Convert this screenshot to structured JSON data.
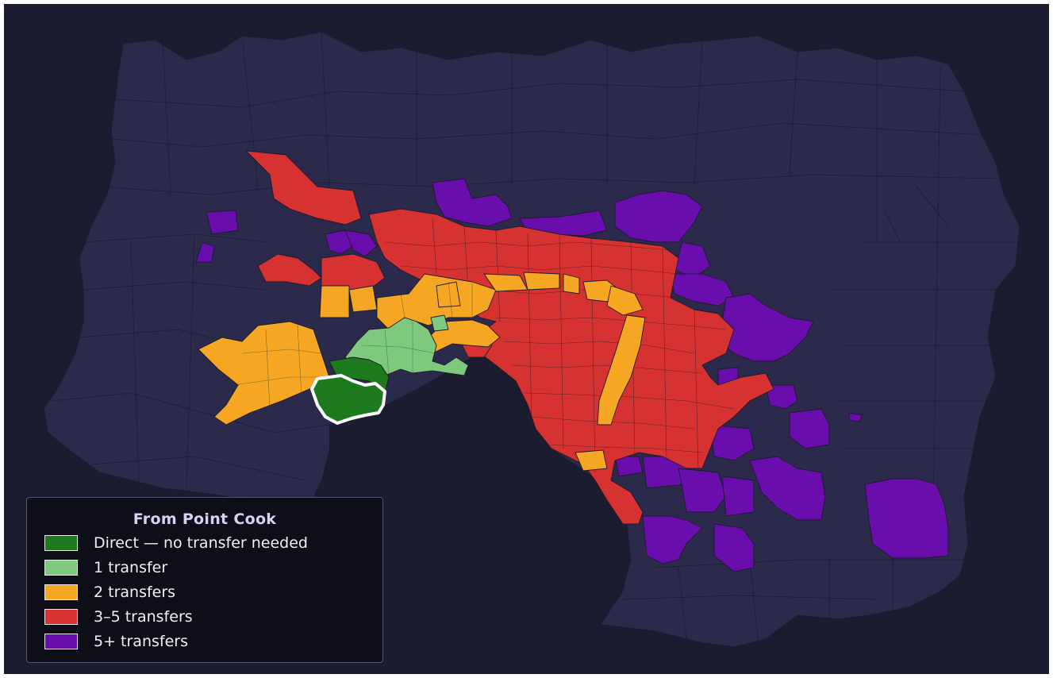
{
  "legend": {
    "title": "From Point Cook",
    "items": [
      {
        "label": "Direct — no transfer needed",
        "color": "#1d7a1d",
        "class": "direct"
      },
      {
        "label": "1 transfer",
        "color": "#7fc97f",
        "class": "one"
      },
      {
        "label": "2 transfers",
        "color": "#f5a623",
        "class": "two"
      },
      {
        "label": "3–5 transfers",
        "color": "#d63232",
        "class": "three_five"
      },
      {
        "label": "5+ transfers",
        "color": "#6a0dad",
        "class": "five_plus"
      }
    ]
  },
  "colors": {
    "background": "#1c1c30",
    "no_data_region": "#2b2a4d",
    "bay": "#1c1c30",
    "origin_outline": "#ffffff"
  }
}
